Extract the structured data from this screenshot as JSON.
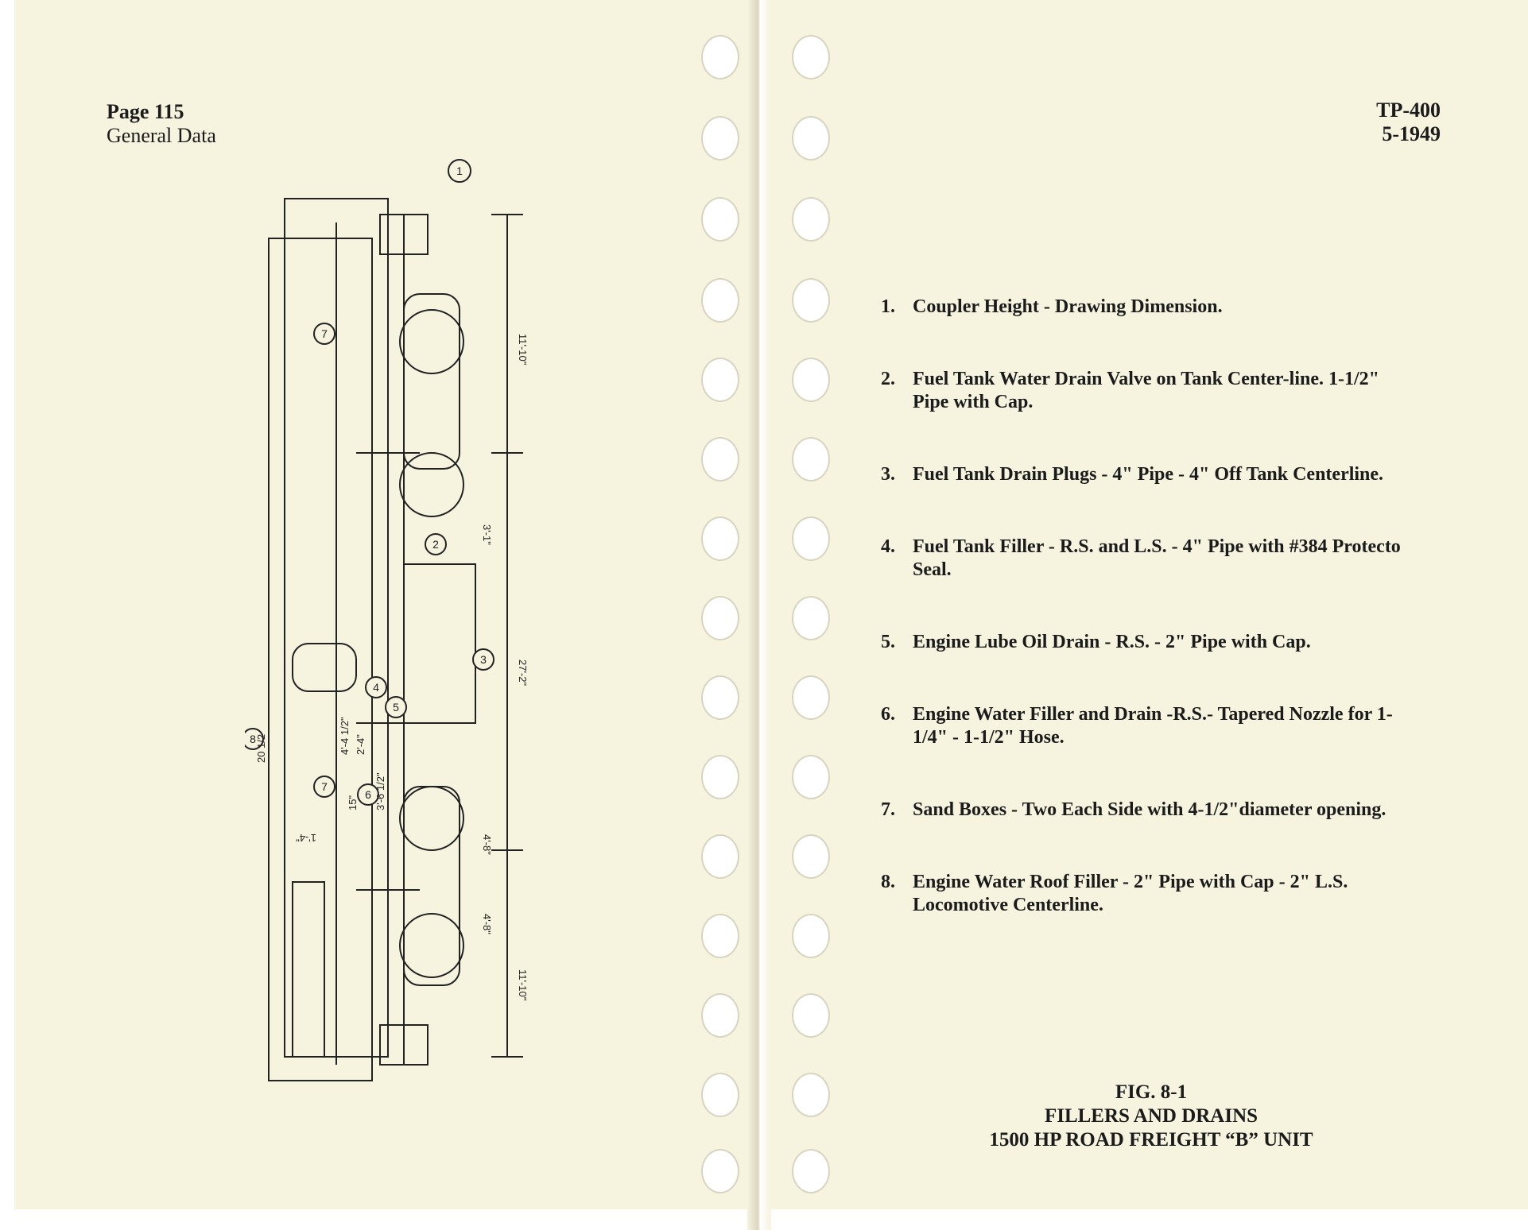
{
  "left_page": {
    "page_label": "Page 115",
    "section_label": "General Data",
    "drawing": {
      "callouts": [
        "1",
        "2",
        "3",
        "4",
        "5",
        "6",
        "7",
        "7",
        "8"
      ],
      "dimensions": [
        "11'-10\"",
        "3'-1\"",
        "27'-2\"",
        "4'-8\"",
        "4'-8\"",
        "11'-10\"",
        "20 1/2",
        "15\"",
        "3'-6 1/2\"",
        "2'-4\"",
        "4'-4 1/2\"",
        "1'-4\""
      ]
    }
  },
  "right_page": {
    "doc_number": "TP-400",
    "doc_date": "5-1949",
    "notes": [
      {
        "num": "1.",
        "text": "Coupler Height - Drawing Dimension."
      },
      {
        "num": "2.",
        "text": "Fuel Tank Water Drain Valve on Tank Center-line. 1-1/2\" Pipe with Cap."
      },
      {
        "num": "3.",
        "text": "Fuel Tank Drain Plugs - 4\" Pipe - 4\" Off Tank Centerline."
      },
      {
        "num": "4.",
        "text": "Fuel Tank Filler - R.S. and L.S. - 4\" Pipe with #384 Protecto Seal."
      },
      {
        "num": "5.",
        "text": "Engine Lube Oil Drain - R.S. - 2\" Pipe with Cap."
      },
      {
        "num": "6.",
        "text": "Engine Water Filler and Drain -R.S.- Tapered Nozzle for 1-1/4\" - 1-1/2\" Hose."
      },
      {
        "num": "7.",
        "text": "Sand Boxes - Two Each Side with 4-1/2\"diameter opening."
      },
      {
        "num": "8.",
        "text": "Engine Water Roof Filler - 2\" Pipe with Cap - 2\" L.S. Locomotive Centerline."
      }
    ],
    "caption": {
      "fig": "FIG. 8-1",
      "title": "FILLERS AND DRAINS",
      "subtitle": "1500 HP ROAD FREIGHT “B” UNIT"
    }
  }
}
